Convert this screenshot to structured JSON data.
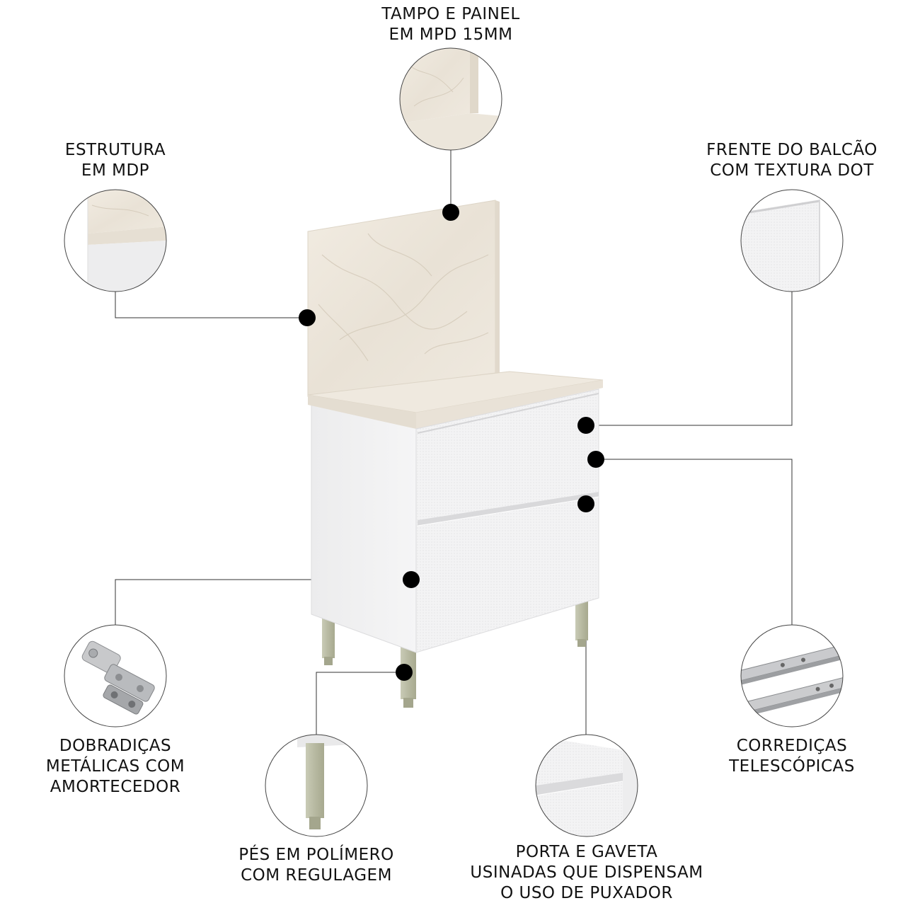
{
  "colors": {
    "line": "#333333",
    "dot": "#000000",
    "cabinet_white": "#f1f1f2",
    "cabinet_shade": "#dedfe1",
    "marble": "#ede7dc",
    "marble_vein": "#d5cbbb",
    "feet": "#bdbfa8"
  },
  "callouts": [
    {
      "id": "tampo",
      "lines": [
        "TAMPO E PAINEL",
        "EM MPD 15MM"
      ],
      "icon": "marble-corner-icon"
    },
    {
      "id": "estrutura",
      "lines": [
        "ESTRUTURA",
        "EM MDP"
      ],
      "icon": "mdp-edge-icon"
    },
    {
      "id": "frente",
      "lines": [
        "FRENTE DO BALCÃO",
        "COM TEXTURA DOT"
      ],
      "icon": "dot-texture-icon"
    },
    {
      "id": "dobradicas",
      "lines": [
        "DOBRADIÇAS",
        "METÁLICAS COM",
        "AMORTECEDOR"
      ],
      "icon": "hinge-icon"
    },
    {
      "id": "pes",
      "lines": [
        "PÉS EM POLÍMERO",
        "COM REGULAGEM"
      ],
      "icon": "foot-icon"
    },
    {
      "id": "porta",
      "lines": [
        "PORTA E GAVETA",
        "USINADAS QUE DISPENSAM",
        "O USO DE PUXADOR"
      ],
      "icon": "groove-icon"
    },
    {
      "id": "corredicas",
      "lines": [
        "CORREDIÇAS",
        "TELESCÓPICAS"
      ],
      "icon": "slide-rail-icon"
    }
  ]
}
